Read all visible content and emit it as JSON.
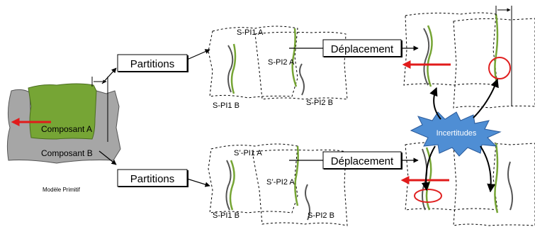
{
  "colors": {
    "green": "#76a535",
    "gray": "#a6a6a6",
    "dark_gray": "#555555",
    "red_arrow": "#e11b1b",
    "red_circle": "#e02020",
    "star_blue": "#4f8ed4",
    "outline": "#000000"
  },
  "primitive_model": {
    "component_a_label": "Composant A",
    "component_b_label": "Composant B",
    "caption": "Modèle Primitif"
  },
  "partition_boxes": [
    "Partitions",
    "Partitions"
  ],
  "displacement_boxes": [
    "Déplacement",
    "Déplacement"
  ],
  "top_partition_labels": {
    "pl1a": "S-PI1 A",
    "pl2a": "S-PI2 A",
    "pl1b": "S-PI1 B",
    "pl2b": "S-PI2 B"
  },
  "bottom_partition_labels": {
    "pl1a": "S’-PI1 A",
    "pl2a": "S’-PI2 A",
    "pl1b": "S-PI1 B",
    "pl2b": "S-PI2 B"
  },
  "uncertainty_label": "Incertitudes",
  "icons": [
    "red-arrow-icon",
    "red-circle-icon",
    "dimension-arrow-icon",
    "starburst-icon"
  ]
}
